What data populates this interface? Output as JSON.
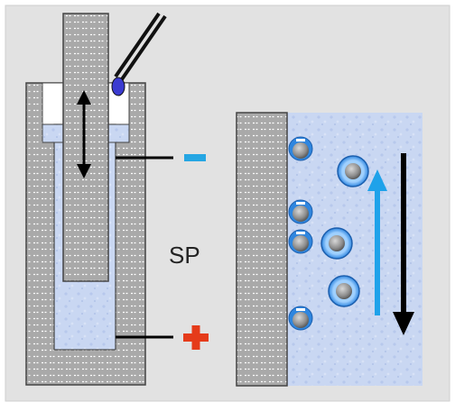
{
  "diagram": {
    "center_label": "SP",
    "colors": {
      "background": "#e2e2e2",
      "hatch_fill": "#a9a9a9",
      "hatch_line": "#ffffff",
      "liquid": "#c9d7f2",
      "liquid_speckle": "#b7c8ec",
      "electrode_dot": "#3b3bd0",
      "minus_sign": "#25a6e3",
      "plus_sign": "#e53b1a",
      "ion_ring": "#2f86df",
      "ion_core": "#8c8c8c",
      "up_arrow": "#1ea2ea",
      "down_arrow": "#000000"
    },
    "left_apparatus": {
      "negative_terminal_icon": "minus-icon",
      "positive_terminal_icon": "plus-icon",
      "motion_arrow_icon": "double-vertical-arrow-icon"
    },
    "right_panel": {
      "wall_ions": 4,
      "free_ions": 3,
      "flow_up_icon": "blue-up-arrow-icon",
      "flow_down_icon": "black-down-arrow-icon"
    }
  }
}
